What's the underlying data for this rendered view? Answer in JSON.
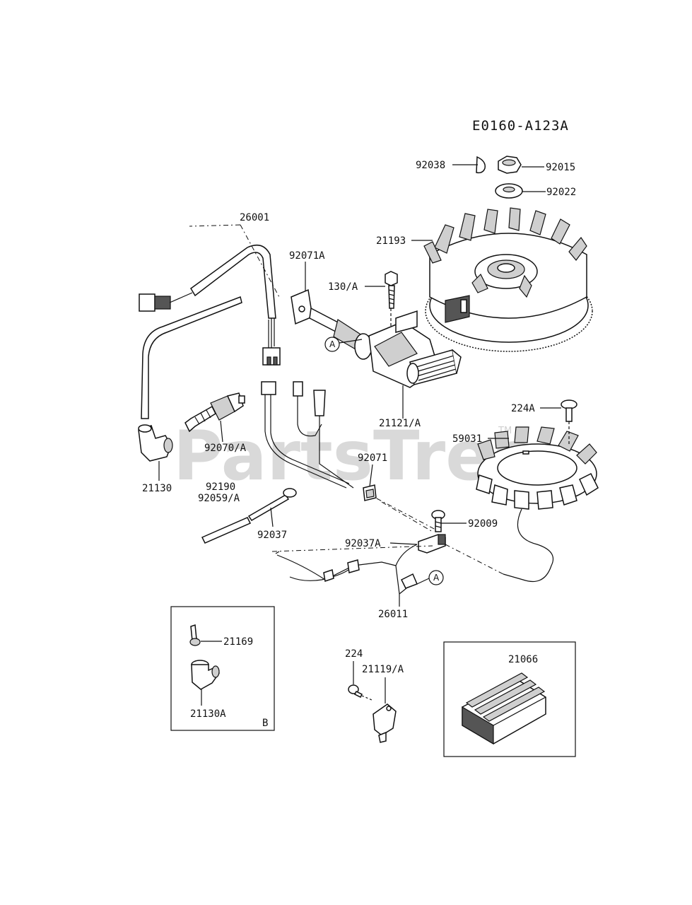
{
  "diagram_code": "E0160-A123A",
  "watermark": "PartsTree",
  "trademark": "TM",
  "callout_letter": "A",
  "inset_letter": "B",
  "parts": {
    "p92015": "92015",
    "p92038": "92038",
    "p92022": "92022",
    "p26001": "26001",
    "p21193": "21193",
    "p92071A": "92071A",
    "p130A": "130/A",
    "p21121A": "21121/A",
    "p224A": "224A",
    "p59031": "59031",
    "p92070A": "92070/A",
    "p92071": "92071",
    "p21130": "21130",
    "p92190": "92190",
    "p92059A": "92059/A",
    "p92037": "92037",
    "p92009": "92009",
    "p92037A": "92037A",
    "p26011": "26011",
    "p21169": "21169",
    "p21130A": "21130A",
    "p224": "224",
    "p21119A": "21119/A",
    "p21066": "21066"
  }
}
